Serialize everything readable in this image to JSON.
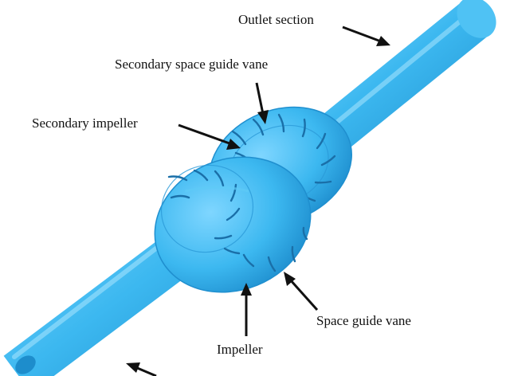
{
  "labels": {
    "outlet_section": "Outlet section",
    "secondary_space_guide_vane": "Secondary space guide vane",
    "secondary_impeller": "Secondary impeller",
    "space_guide_vane": "Space guide vane",
    "impeller": "Impeller"
  },
  "colors": {
    "pipe": "#3cb8f0",
    "pipe_shadow": "#1d8dcc",
    "pipe_highlight": "#8fdcff",
    "blade_slot": "#1a6fa8",
    "arrow": "#111111",
    "background": "#ffffff"
  }
}
